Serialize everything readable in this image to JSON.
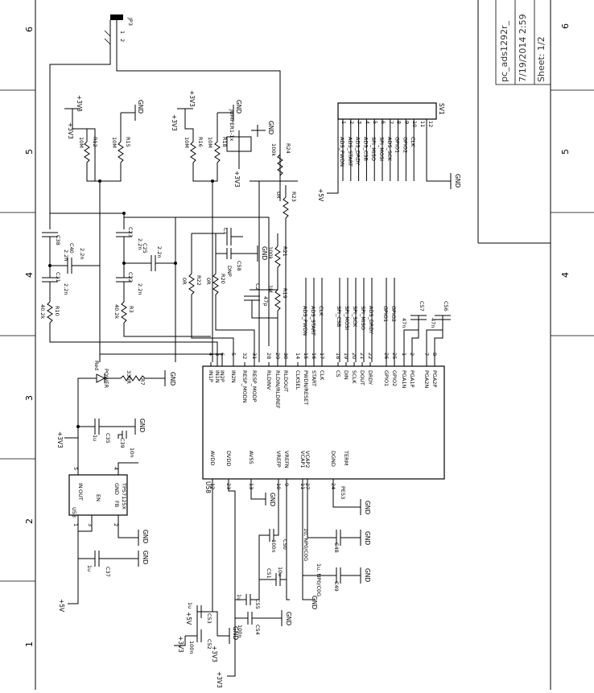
{
  "frame": {
    "border_numbers_left": [
      "6",
      "5",
      "4",
      "3",
      "2",
      "1"
    ],
    "border_numbers_right": [
      "6",
      "5",
      "4"
    ]
  },
  "title_block": {
    "filename": "pc_ads1292r_",
    "date": "7/19/2014 2:59",
    "sheet": "Sheet: 1/2"
  },
  "jp3": {
    "ref": "JP3",
    "pin1": "1",
    "pin2": "2"
  },
  "rails": {
    "p3v3_a": "+3V3",
    "p3v3_b": "+3V3",
    "p3v3_c": "+3V3",
    "p3v3_d": "+3V3",
    "p3v3_e": "+3V3",
    "p3v3_f": "+3V3",
    "p3v3_g": "+3V3",
    "p5v_a": "+5V",
    "p5v_b": "+5V",
    "p5v_c": "+5V",
    "gnd": "GND"
  },
  "resistors": {
    "r12": {
      "ref": "R12",
      "val": "10M"
    },
    "r15": {
      "ref": "R15",
      "val": "10M"
    },
    "r16": {
      "ref": "R16",
      "val": "10M"
    },
    "r18": {
      "ref": "R18",
      "val": "10M"
    },
    "r24": {
      "ref": "R24",
      "val": "100k"
    },
    "r23": {
      "ref": "R23",
      "val": "0R"
    },
    "r21": {
      "ref": "R21",
      "val": "100k"
    },
    "r20": {
      "ref": "R20",
      "val": "0R"
    },
    "r22": {
      "ref": "R22",
      "val": "0R"
    },
    "r19": {
      "ref": "R19",
      "val": "1M"
    },
    "r10": {
      "ref": "R10",
      "val": "40.2k"
    },
    "r3": {
      "ref": "R3",
      "val": "40.2k"
    },
    "r7": {
      "ref": "R7",
      "val": "330R"
    }
  },
  "capacitors": {
    "c38": {
      "ref": "C38",
      "val": "2.2n"
    },
    "c40": {
      "ref": "C40",
      "val": "2.2n"
    },
    "c31": {
      "ref": "C31",
      "val": "2.2n"
    },
    "c23": {
      "ref": "C23",
      "val": "2.2n"
    },
    "c25": {
      "ref": "C25",
      "val": "2.2n"
    },
    "c22": {
      "ref": "C22",
      "val": "2.2n"
    },
    "c1": {
      "ref": "C1",
      "val": ""
    },
    "c58": {
      "ref": "C58",
      "val": ""
    },
    "c2": {
      "ref": "C2",
      "val": "47p"
    },
    "c35": {
      "ref": "C35",
      "val": "1u"
    },
    "c39": {
      "ref": "C39",
      "val": "10n"
    },
    "c37": {
      "ref": "C37",
      "val": "1u"
    },
    "c57": {
      "ref": "C57",
      "val": "47n"
    },
    "c56": {
      "ref": "C56",
      "val": "47n"
    },
    "c50": {
      "ref": "C50",
      "val": "100n"
    },
    "c51": {
      "ref": "C51",
      "val": "10u"
    },
    "c48": {
      "ref": "C48",
      "val": "1u, NP0/C0G"
    },
    "c49": {
      "ref": "C49",
      "val": "1u, NP0/C0G"
    },
    "c55": {
      "ref": "C55",
      "val": "1u"
    },
    "c54": {
      "ref": "C54",
      "val": "100n"
    },
    "c53": {
      "ref": "C53",
      "val": "1u"
    },
    "c52": {
      "ref": "C52",
      "val": "100n"
    }
  },
  "misc_parts": {
    "jumper": "JUMPER1-1x",
    "dnp": "DNP",
    "led_ref": "POWER",
    "led_color": "Red",
    "pe53": "PE53"
  },
  "sv1": {
    "ref": "SV1",
    "pins": [
      "1",
      "2",
      "3",
      "4",
      "5",
      "6",
      "7",
      "8",
      "9",
      "10",
      "11",
      "12"
    ],
    "nets": [
      "ADS_PWDN",
      "ADS_START",
      "ADS_DRDY",
      "ADS_CSB",
      "SPI_MISO",
      "SPI_MOSI",
      "ADS_SCK",
      "GPIO1",
      "GPIO2",
      "CLK"
    ]
  },
  "u58": {
    "ref": "U58",
    "left_pins": [
      {
        "num": "4",
        "name": "IN1P"
      },
      {
        "num": "3",
        "name": "IN1N"
      },
      {
        "num": "6",
        "name": "IN2P"
      },
      {
        "num": "5",
        "name": "IN2N"
      },
      {
        "num": "32",
        "name": "RESP_MODN"
      },
      {
        "num": "31",
        "name": "RESP_MODP"
      },
      {
        "num": "28",
        "name": "RLDINV"
      },
      {
        "num": "29",
        "name": "RLDIN/RLDREF"
      },
      {
        "num": "30",
        "name": "RLDOUT"
      },
      {
        "num": "14",
        "name": "CLKSEL"
      },
      {
        "num": "15",
        "name": "PWDN/RESET"
      },
      {
        "num": "16",
        "name": "START"
      },
      {
        "num": "17",
        "name": "CLK"
      },
      {
        "num": "18",
        "name": "CS"
      },
      {
        "num": "19",
        "name": "DIN"
      },
      {
        "num": "20",
        "name": "SCLK"
      },
      {
        "num": "21",
        "name": "DOUT"
      },
      {
        "num": "22",
        "name": "DRDY"
      },
      {
        "num": "26",
        "name": "GPIO1"
      },
      {
        "num": "25",
        "name": "GPIO2"
      },
      {
        "num": "1",
        "name": "PGA1N"
      },
      {
        "num": "2",
        "name": "PGA1P"
      },
      {
        "num": "7",
        "name": "PGA2N"
      },
      {
        "num": "8",
        "name": "PGA2P"
      }
    ],
    "bottom_pins": [
      {
        "num": "12",
        "name": "AVDD"
      },
      {
        "num": "23",
        "name": "DVDD"
      },
      {
        "num": "13",
        "name": "AVSS"
      },
      {
        "num": "10",
        "name": "VREFP"
      },
      {
        "num": "9",
        "name": "VREFN"
      },
      {
        "num": "11",
        "name": "VCAP1"
      },
      {
        "num": "27",
        "name": "VCAP2"
      },
      {
        "num": "24",
        "name": "DGND"
      },
      {
        "num": "",
        "name": "TERM"
      }
    ],
    "net_labels": [
      "ADS_PWDN",
      "ADS_START",
      "CLK",
      "SPI_CSB",
      "SPI_MOSI",
      "SPI_SCK",
      "SPI_MISO",
      "ADS_DRDY",
      "GPIO1",
      "GPIO2"
    ]
  },
  "u53": {
    "ref": "U53",
    "part": "TPS7125X",
    "pins": {
      "in": "IN",
      "out": "OUT",
      "en": "EN",
      "gnd": "GND",
      "fb": "FB"
    },
    "pin_nums": [
      "1",
      "3",
      "2",
      "5",
      "4"
    ]
  }
}
